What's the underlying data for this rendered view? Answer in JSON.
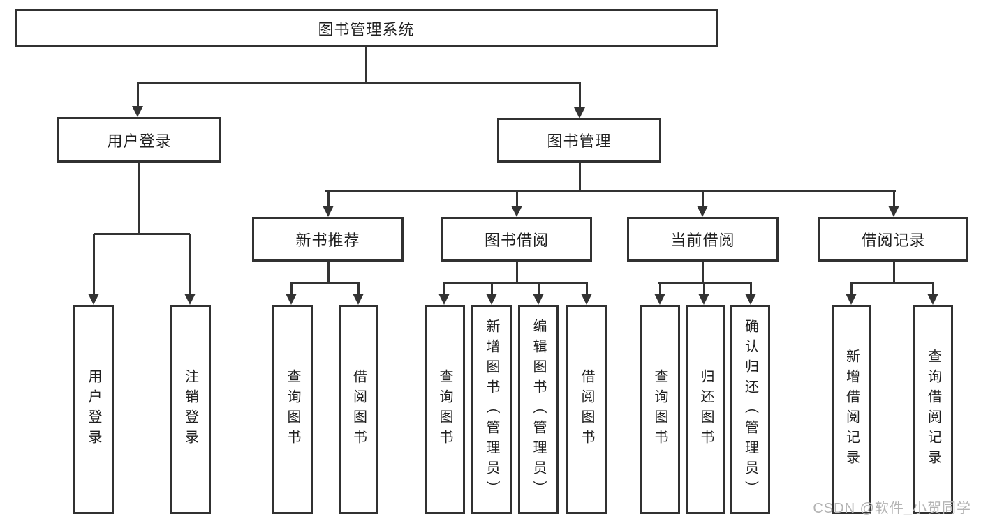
{
  "diagram": {
    "root": {
      "label": "图书管理系统"
    },
    "level2": {
      "user_login": {
        "label": "用户登录"
      },
      "book_management": {
        "label": "图书管理"
      }
    },
    "user_login_children": [
      {
        "label": "用户登录"
      },
      {
        "label": "注销登录"
      }
    ],
    "modules": [
      {
        "label": "新书推荐",
        "children": [
          {
            "label": "查询图书"
          },
          {
            "label": "借阅图书"
          }
        ]
      },
      {
        "label": "图书借阅",
        "children": [
          {
            "label": "查询图书"
          },
          {
            "label": "新增图书（管理员）"
          },
          {
            "label": "编辑图书（管理员）"
          },
          {
            "label": "借阅图书"
          }
        ]
      },
      {
        "label": "当前借阅",
        "children": [
          {
            "label": "查询图书"
          },
          {
            "label": "归还图书"
          },
          {
            "label": "确认归还（管理员）"
          }
        ]
      },
      {
        "label": "借阅记录",
        "children": [
          {
            "label": "新增借阅记录"
          },
          {
            "label": "查询借阅记录"
          }
        ]
      }
    ]
  },
  "watermark": {
    "text": "CSDN @软件_小贺同学",
    "color": "#b3b3b3"
  },
  "colors": {
    "line": "#333333",
    "box_border": "#313131",
    "text": "#1f1f1f",
    "background": "#ffffff"
  }
}
